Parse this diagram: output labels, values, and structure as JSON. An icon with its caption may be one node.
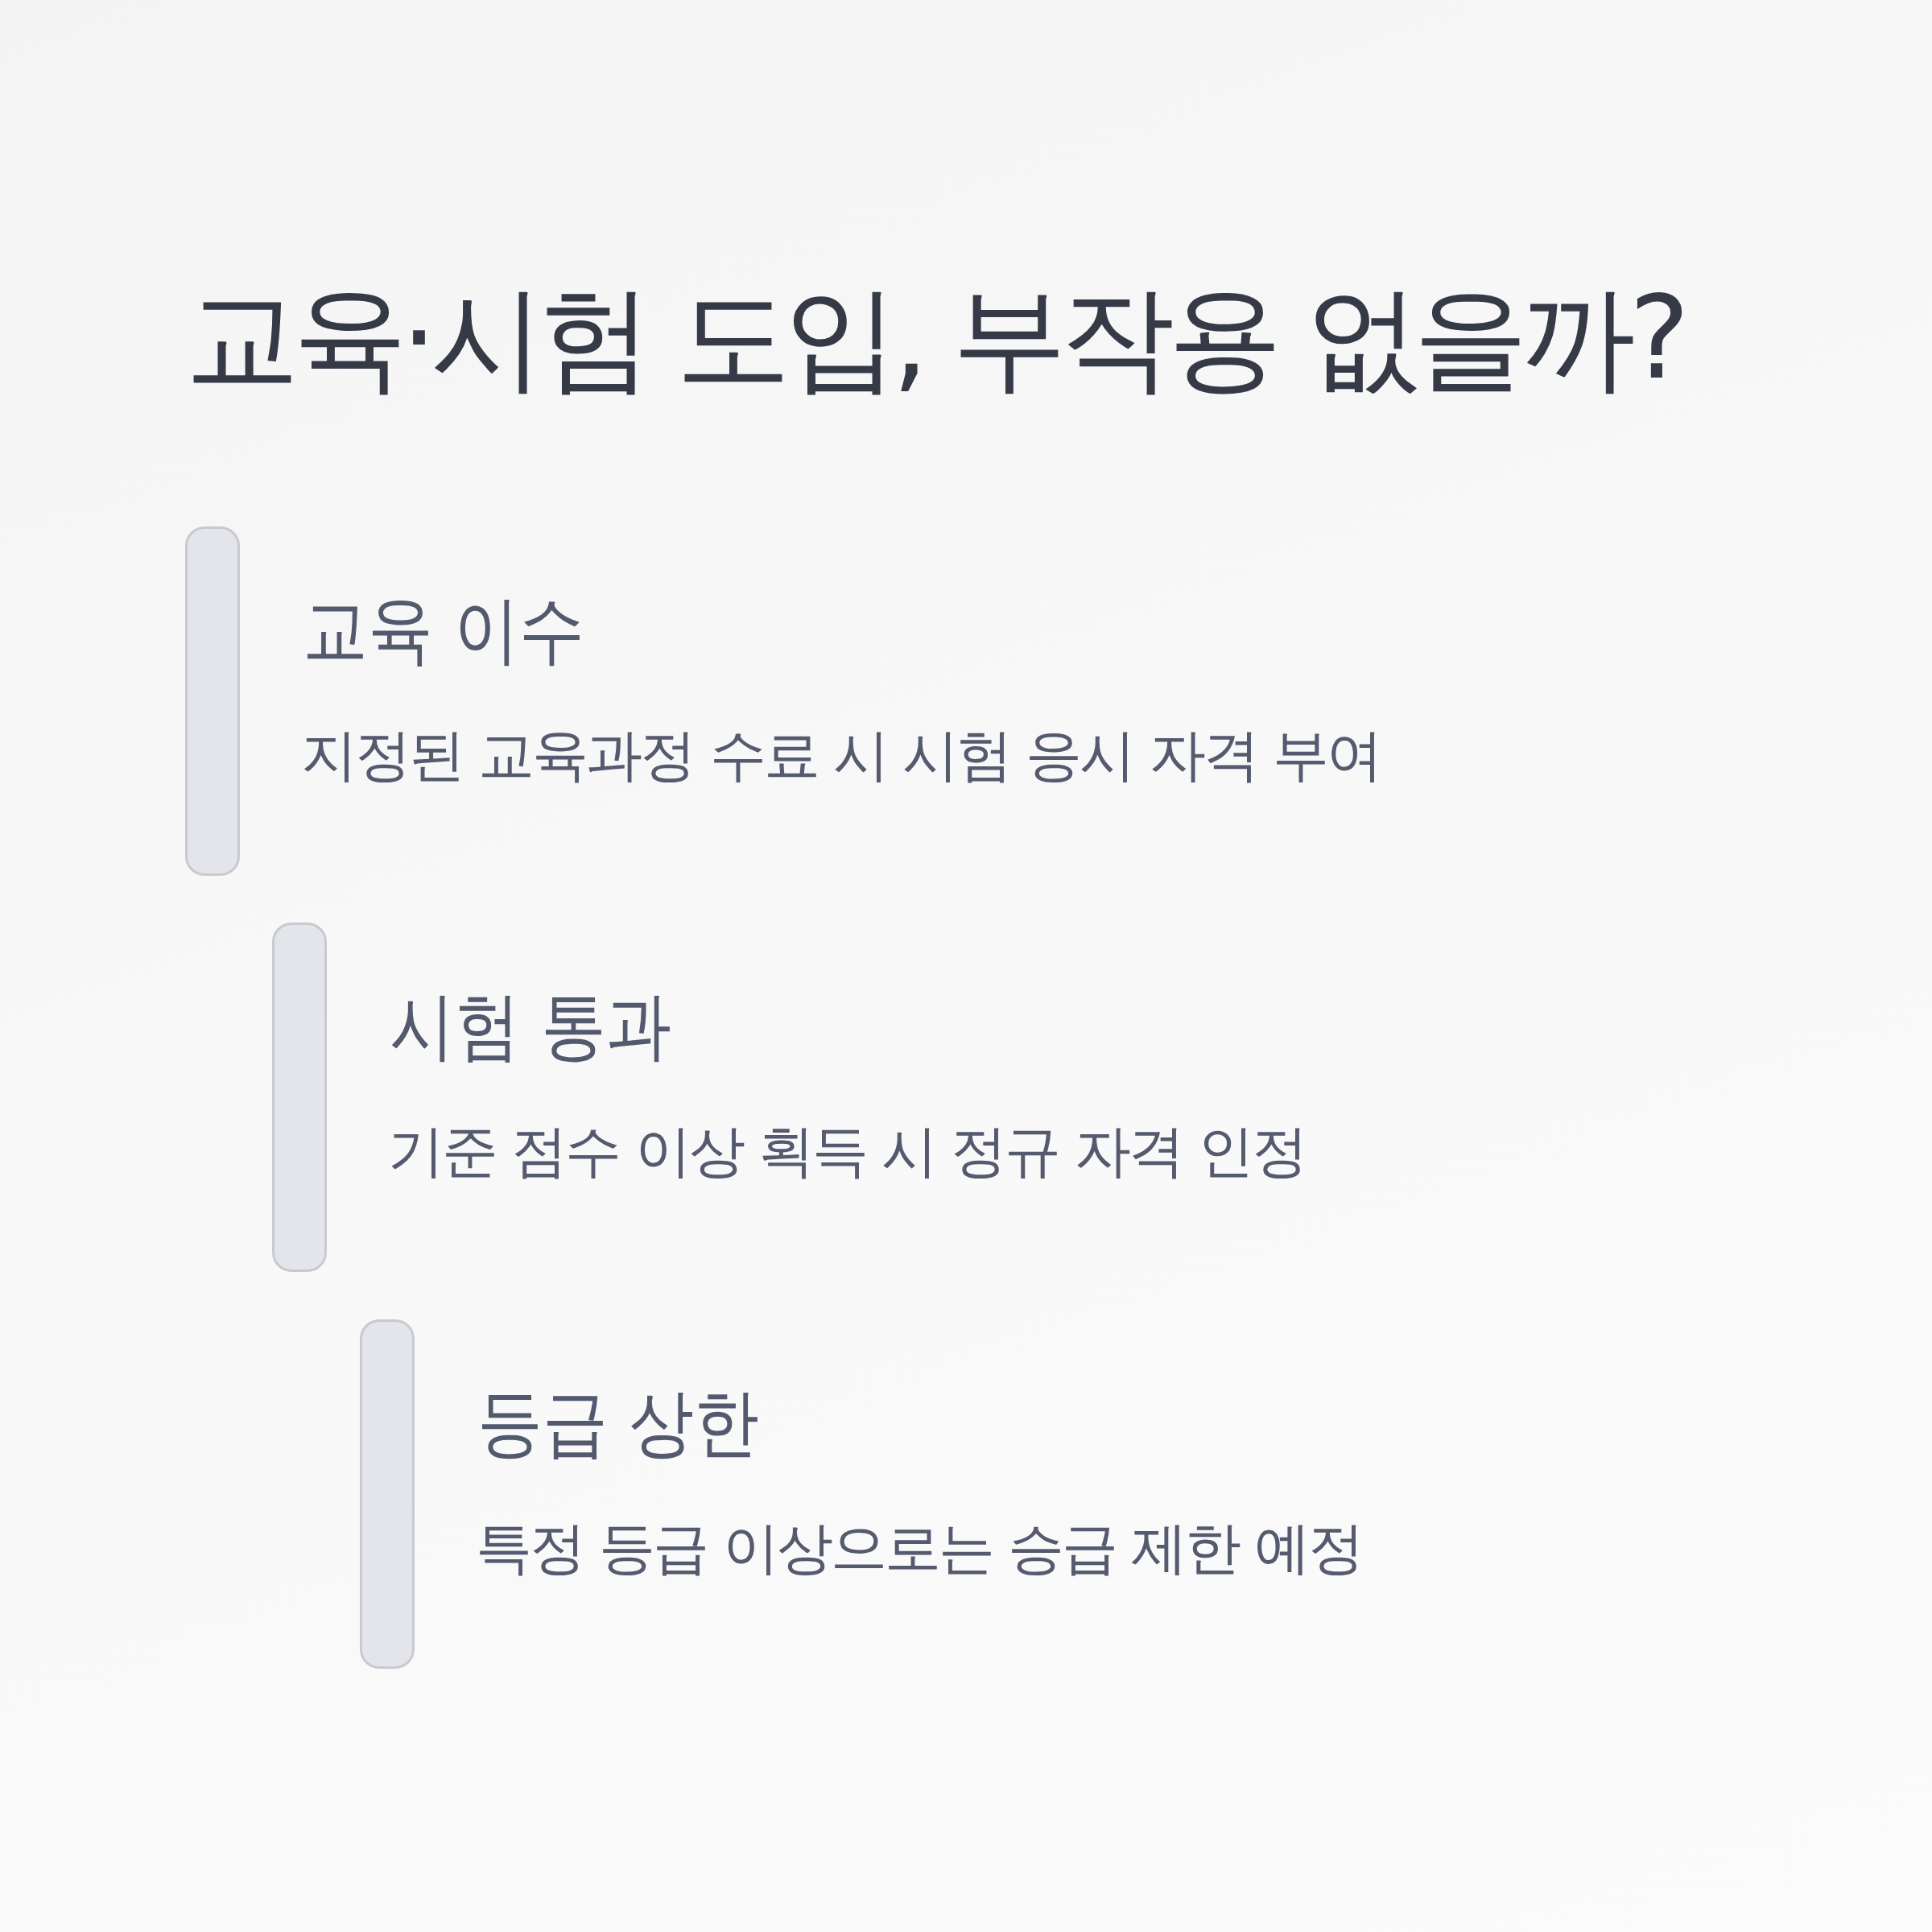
{
  "diagram": {
    "title": "교육·시험 도입, 부작용 없을까?",
    "nodes": [
      {
        "text": [],
        "shape": "bar",
        "beside": [
          "교육 이수",
          "지정된 교육과정 수료 시 시험 응시 자격 부여"
        ]
      },
      {
        "text": [],
        "shape": "bar",
        "beside": [
          "시험 통과",
          "기준 점수 이상 획득 시 정규 자격 인정"
        ]
      },
      {
        "text": [],
        "shape": "bar",
        "beside": [
          "등급 상한",
          "특정 등급 이상으로는 승급 제한 예정"
        ]
      }
    ],
    "edges": []
  }
}
